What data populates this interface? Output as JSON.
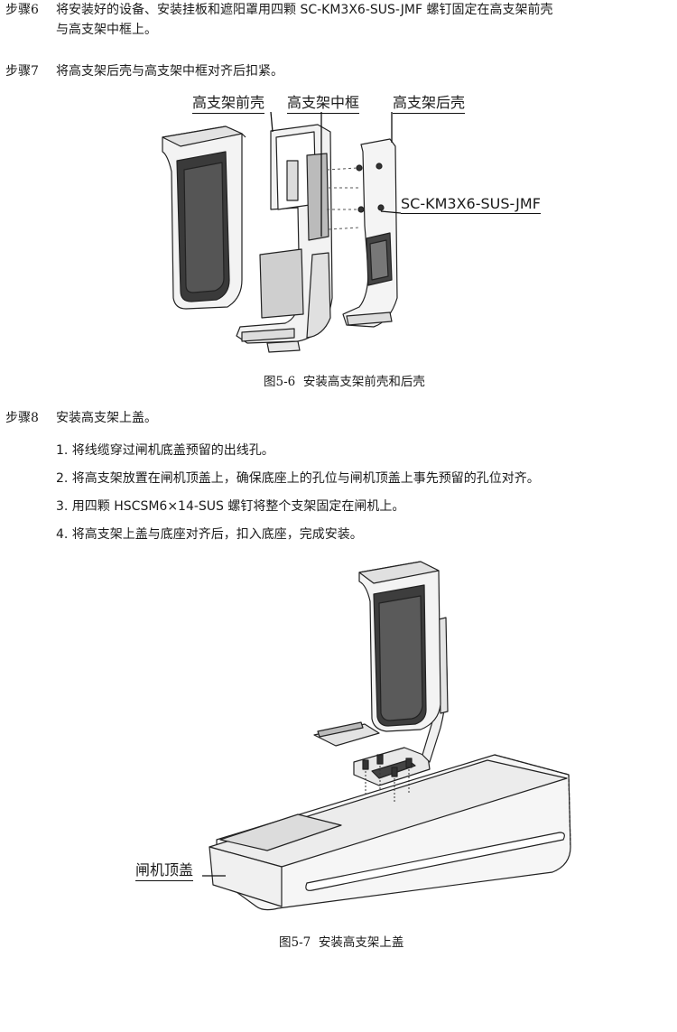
{
  "step6": {
    "label": "步骤6",
    "line1": "将安装好的设备、安装挂板和遮阳罩用四颗 SC-KM3X6-SUS-JMF 螺钉固定在高支架前壳",
    "line2": "与高支架中框上。"
  },
  "step7": {
    "label": "步骤7",
    "text": "将高支架后壳与高支架中框对齐后扣紧。"
  },
  "figure1": {
    "labels": {
      "front_shell": "高支架前壳",
      "middle_frame": "高支架中框",
      "back_shell": "高支架后壳",
      "screw": "SC-KM3X6-SUS-JMF"
    },
    "caption_num": "图5-6",
    "caption_text": "安装高支架前壳和后壳"
  },
  "step8": {
    "label": "步骤8",
    "text": "安装高支架上盖。",
    "items": [
      "1. 将线缆穿过闸机底盖预留的出线孔。",
      "2. 将高支架放置在闸机顶盖上，确保底座上的孔位与闸机顶盖上事先预留的孔位对齐。",
      "3. 用四颗 HSCSM6×14-SUS 螺钉将整个支架固定在闸机上。",
      "4. 将高支架上盖与底座对齐后，扣入底座，完成安装。"
    ]
  },
  "figure2": {
    "labels": {
      "gate_top_cover": "闸机顶盖"
    },
    "caption_num": "图5-7",
    "caption_text": "安装高支架上盖"
  }
}
